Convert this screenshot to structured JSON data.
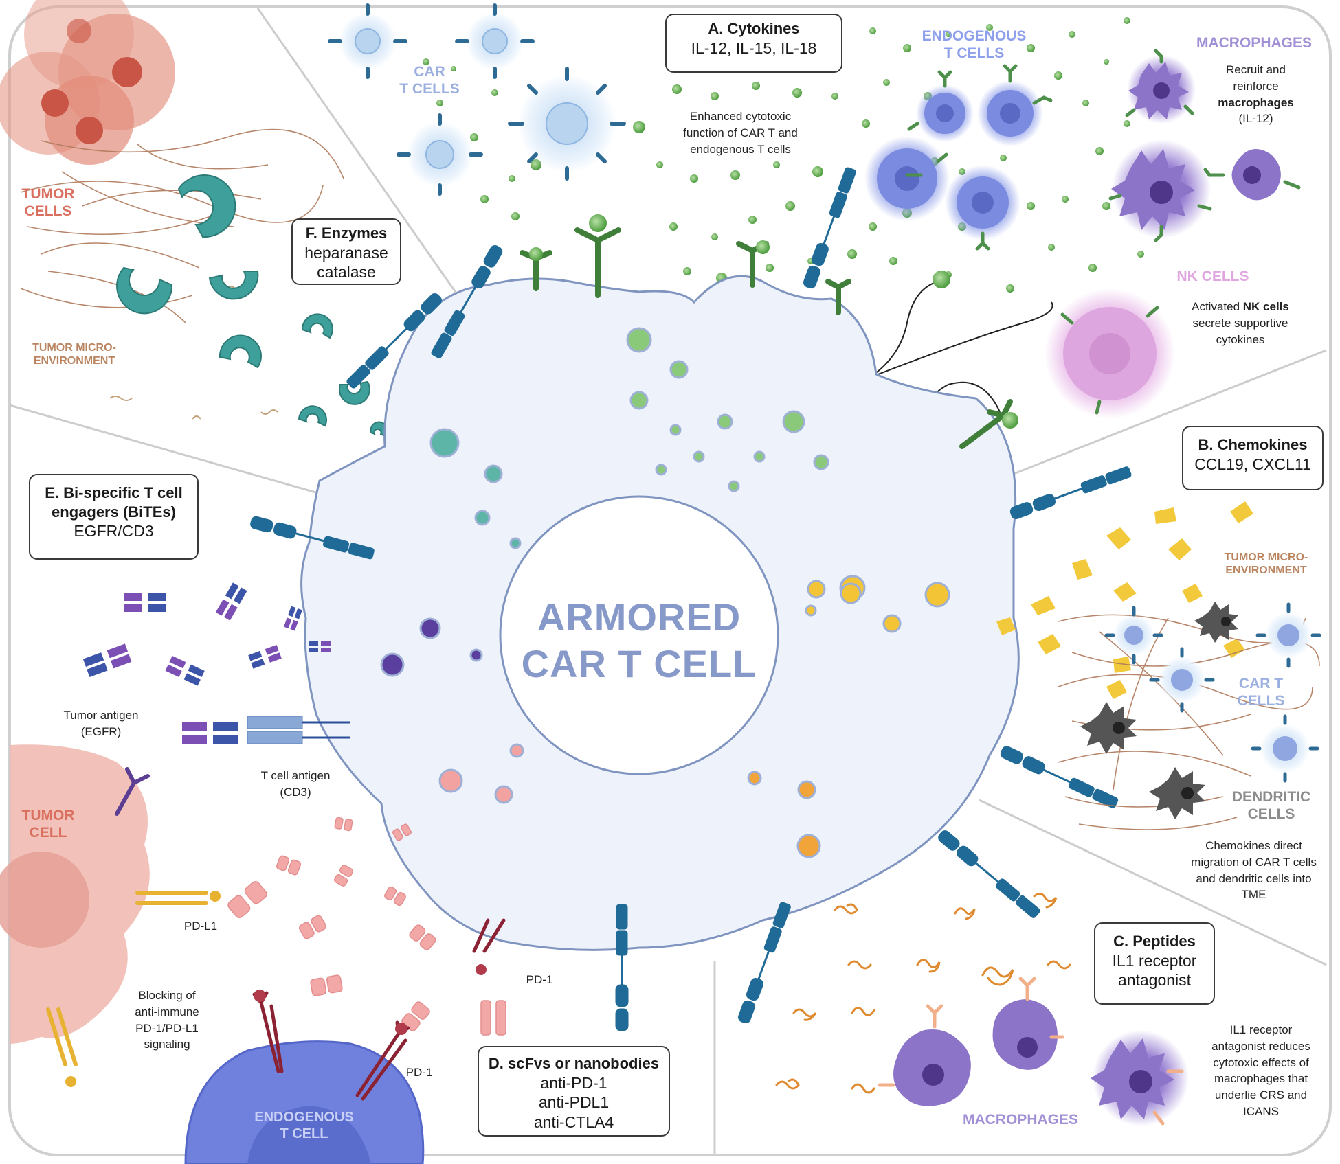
{
  "center": {
    "line1": "ARMORED",
    "line2": "CAR T CELL"
  },
  "boxes": {
    "cytokines": {
      "title": "A. Cytokines",
      "body": "IL-12, IL-15, IL-18"
    },
    "chemokines": {
      "title": "B. Chemokines",
      "body": "CCL19, CXCL11"
    },
    "peptides": {
      "title": "C. Peptides",
      "line1": "IL1 receptor",
      "line2": "antagonist"
    },
    "scfvs": {
      "title": "D. scFvs or nanobodies",
      "line1": "anti-PD-1",
      "line2": "anti-PDL1",
      "line3": "anti-CTLA4"
    },
    "bites": {
      "title1": "E. Bi-specific T cell",
      "title2": "engagers (BiTEs)",
      "body": "EGFR/CD3"
    },
    "enzymes": {
      "title": "F. Enzymes",
      "line1": "heparanase",
      "line2": "catalase"
    }
  },
  "labels": {
    "car_t_top": {
      "l1": "CAR",
      "l2": "T CELLS"
    },
    "endogenous_top": {
      "l1": "ENDOGENOUS",
      "l2": "T CELLS"
    },
    "macrophages_top": "MACROPHAGES",
    "nk_cells": "NK CELLS",
    "tumor_cells": {
      "l1": "TUMOR",
      "l2": "CELLS"
    },
    "tme_left": {
      "l1": "TUMOR MICRO-",
      "l2": "ENVIRONMENT"
    },
    "tme_right": {
      "l1": "TUMOR MICRO-",
      "l2": "ENVIRONMENT"
    },
    "car_t_right": {
      "l1": "CAR T",
      "l2": "CELLS"
    },
    "dendritic": {
      "l1": "DENDRITIC",
      "l2": "CELLS"
    },
    "macrophages_bottom": "MACROPHAGES",
    "tumor_cell": {
      "l1": "TUMOR",
      "l2": "CELL"
    },
    "endogenous_bottom": {
      "l1": "ENDOGENOUS",
      "l2": "T CELL"
    }
  },
  "notes": {
    "cytotoxic": {
      "l1": "Enhanced cytotoxic",
      "l2": "function  of CAR T and",
      "l3": "endogenous T cells"
    },
    "macro_recruit": {
      "l1": "Recruit and",
      "l2": "reinforce",
      "l3": "macrophages",
      "l4": "(IL-12)"
    },
    "nk_activated": {
      "l1a": "Activated ",
      "l1b": "NK cells",
      "l2": "secrete supportive",
      "l3": "cytokines"
    },
    "chemo_direct": {
      "l1": "Chemokines direct",
      "l2": "migration of CAR T cells",
      "l3": "and dendritic cells into",
      "l4": "TME"
    },
    "il1": {
      "l1": "IL1 receptor",
      "l2": "antagonist reduces",
      "l3": "cytotoxic effects of",
      "l4": "macrophages that",
      "l5": "underlie CRS and",
      "l6": "ICANS"
    },
    "blocking": {
      "l1": "Blocking of",
      "l2": "anti-immune",
      "l3": "PD-1/PD-L1",
      "l4": "signaling"
    },
    "tumor_antigen": {
      "l1": "Tumor antigen",
      "l2": "(EGFR)"
    },
    "t_cell_antigen": {
      "l1": "T cell antigen",
      "l2": "(CD3)"
    },
    "pdl1": "PD-L1",
    "pd1_a": "PD-1",
    "pd1_b": "PD-1"
  },
  "colors": {
    "cell_fill": "#eef2fb",
    "cell_stroke": "#7f95c0",
    "nucleus_text": "#8799c9",
    "cytokine_green": "#5aa84a",
    "receptor_blue": "#1f6a96",
    "tumor_red": "#d8705f",
    "tme_brown": "#b07a5a",
    "macrophage_purple": "#8c74c8",
    "endogenous_blue": "#7d8de0",
    "nk_pink": "#d89ad8",
    "chemokine_yellow": "#f1c93a",
    "peptide_orange": "#e08a30",
    "teal": "#3f9f9a",
    "pink_antibody": "#ee9a9a",
    "dendritic_gray": "#555555"
  }
}
